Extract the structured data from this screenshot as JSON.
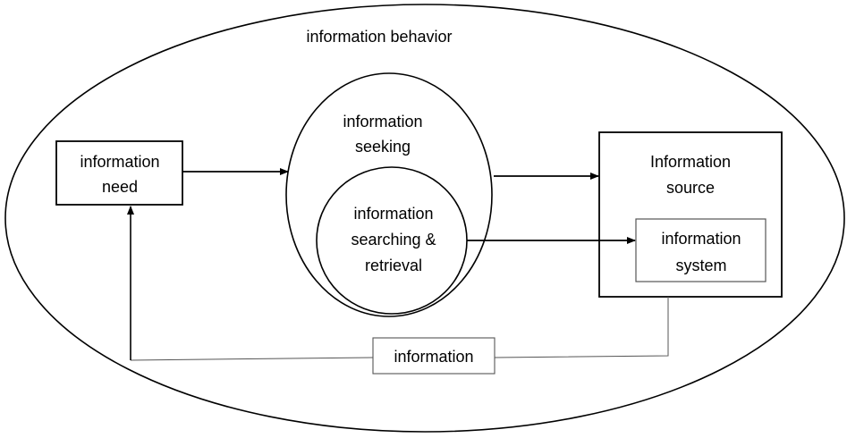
{
  "outer": {
    "title": "information behavior"
  },
  "need": {
    "line1": "information",
    "line2": "need"
  },
  "seeking": {
    "line1": "information",
    "line2": "seeking"
  },
  "searching": {
    "line1": "information",
    "line2": "searching &",
    "line3": "retrieval"
  },
  "source": {
    "line1": "Information",
    "line2": "source"
  },
  "system": {
    "line1": "information",
    "line2": "system"
  },
  "feedback": {
    "label": "information"
  },
  "colors": {
    "stroke": "#000000",
    "thin_line": "#555555",
    "background": "#ffffff"
  }
}
